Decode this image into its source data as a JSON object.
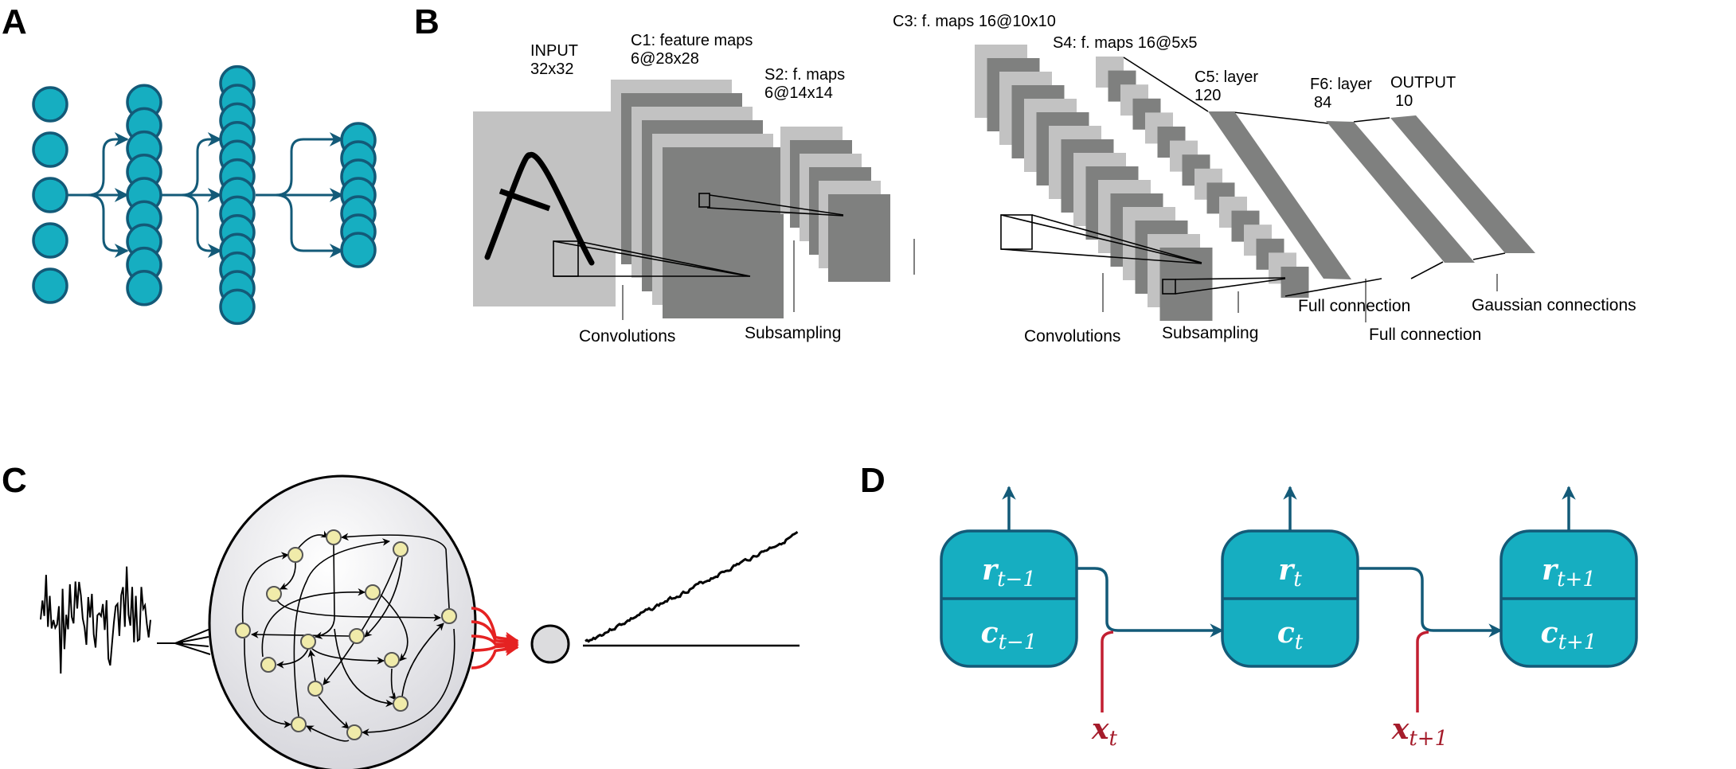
{
  "panels": {
    "A": {
      "letter": "A",
      "layer_sizes": [
        5,
        9,
        13,
        7
      ],
      "colors": {
        "node_fill": "#16aec1",
        "node_stroke": "#135a78",
        "arrow": "#135a78"
      }
    },
    "B": {
      "letter": "B",
      "layers": [
        {
          "name": "INPUT",
          "detail": "32x32"
        },
        {
          "name": "C1: feature maps",
          "detail": "6@28x28"
        },
        {
          "name": "S2: f. maps",
          "detail": "6@14x14"
        },
        {
          "name": "C3: f. maps 16@10x10",
          "detail": ""
        },
        {
          "name": "S4: f. maps 16@5x5",
          "detail": ""
        },
        {
          "name": "C5: layer",
          "detail": "120"
        },
        {
          "name": "F6: layer",
          "detail": "84"
        },
        {
          "name": "OUTPUT",
          "detail": "10"
        }
      ],
      "operations": [
        "Convolutions",
        "Subsampling",
        "Convolutions",
        "Subsampling",
        "Full connection",
        "Full connection",
        "Gaussian connections"
      ],
      "colors": {
        "light": "#c2c2c2",
        "dark": "#7f807f"
      }
    },
    "C": {
      "letter": "C",
      "reservoir_nodes": 15,
      "colors": {
        "node_fill": "#f0ebaa",
        "node_stroke": "#555555",
        "readout": "#e52222",
        "sphere": "#e4e4e8"
      }
    },
    "D": {
      "letter": "D",
      "cells": [
        {
          "r": "r",
          "r_sub": "t−1",
          "c": "c",
          "c_sub": "t−1"
        },
        {
          "r": "r",
          "r_sub": "t",
          "c": "c",
          "c_sub": "t"
        },
        {
          "r": "r",
          "r_sub": "t+1",
          "c": "c",
          "c_sub": "t+1"
        }
      ],
      "inputs": [
        {
          "x": "x",
          "x_sub": "t"
        },
        {
          "x": "x",
          "x_sub": "t+1"
        }
      ],
      "colors": {
        "cell_fill": "#16aec1",
        "cell_stroke": "#135a78",
        "input": "#c21f31"
      }
    }
  }
}
